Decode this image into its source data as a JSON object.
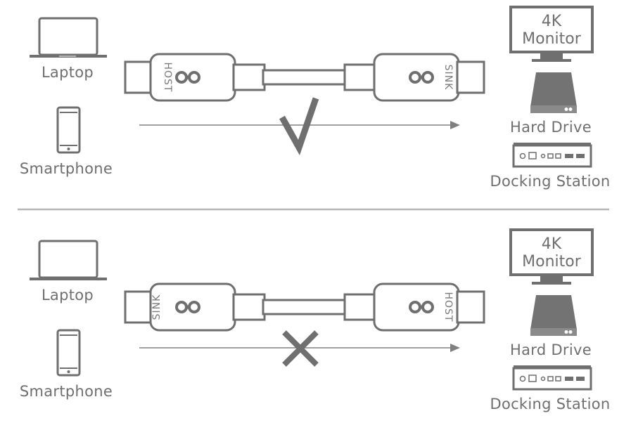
{
  "panels": [
    {
      "id": "top",
      "left_devices": {
        "laptop": "Laptop",
        "smartphone": "Smartphone"
      },
      "cable": {
        "left_end": "HOST",
        "right_end": "SINK"
      },
      "result": "check",
      "right_devices": {
        "monitor_line1": "4K",
        "monitor_line2": "Monitor",
        "hard_drive": "Hard Drive",
        "docking_station": "Docking Station"
      }
    },
    {
      "id": "bottom",
      "left_devices": {
        "laptop": "Laptop",
        "smartphone": "Smartphone"
      },
      "cable": {
        "left_end": "SINK",
        "right_end": "HOST"
      },
      "result": "cross",
      "right_devices": {
        "monitor_line1": "4K",
        "monitor_line2": "Monitor",
        "hard_drive": "Hard Drive",
        "docking_station": "Docking Station"
      }
    }
  ],
  "colors": {
    "ink": "#6f6f6f",
    "fill": "#737373",
    "arrow": "#808080",
    "divider": "#b5b5b5"
  }
}
